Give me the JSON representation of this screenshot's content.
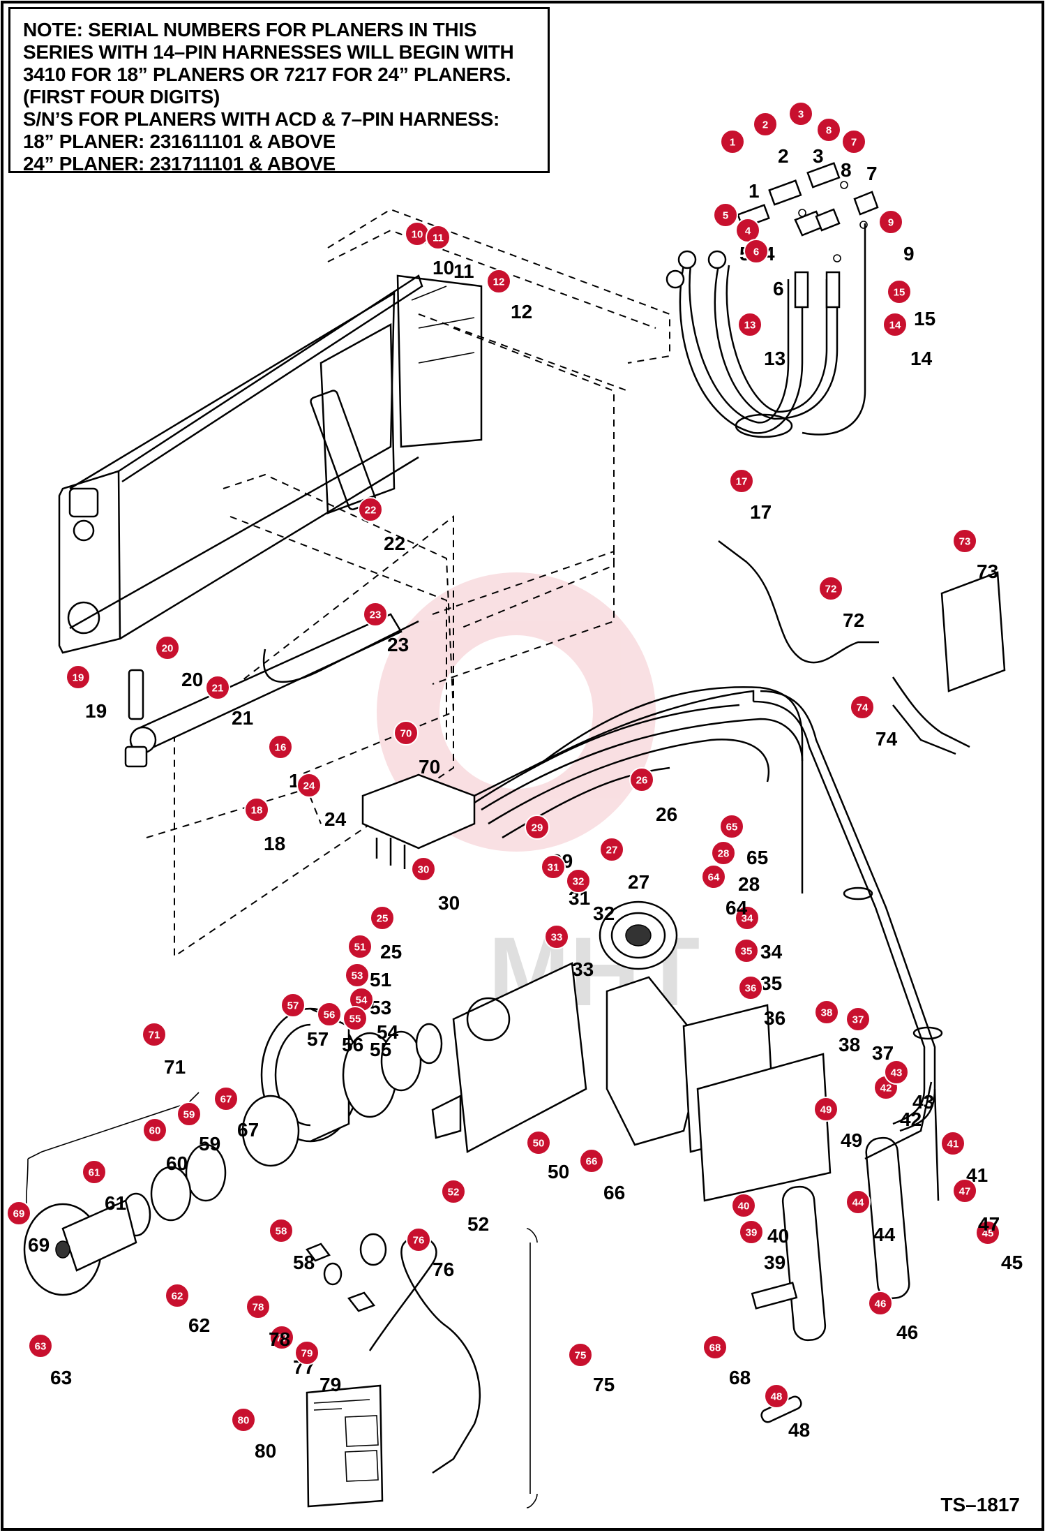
{
  "note": {
    "lines": [
      "NOTE: SERIAL NUMBERS FOR PLANERS IN THIS",
      "SERIES WITH 14–PIN HARNESSES WILL BEGIN WITH",
      "3410 FOR 18” PLANERS OR 7217 FOR 24” PLANERS.",
      "(FIRST FOUR DIGITS)",
      "S/N’S FOR PLANERS WITH ACD & 7–PIN HARNESS:",
      "18” PLANER:  231611101 & ABOVE",
      "24” PLANER:  231711101 & ABOVE"
    ]
  },
  "drawing_ref": "TS–1817",
  "watermark_text": "MHT",
  "callout_color": "#c8102e",
  "callouts": [
    "1",
    "2",
    "3",
    "4",
    "5",
    "6",
    "7",
    "8",
    "9",
    "10",
    "11",
    "12",
    "13",
    "14",
    "15",
    "16",
    "17",
    "18",
    "19",
    "20",
    "21",
    "22",
    "23",
    "24",
    "25",
    "26",
    "27",
    "28",
    "29",
    "30",
    "31",
    "32",
    "33",
    "34",
    "35",
    "36",
    "37",
    "38",
    "39",
    "40",
    "41",
    "42",
    "43",
    "44",
    "45",
    "46",
    "47",
    "48",
    "49",
    "50",
    "51",
    "52",
    "53",
    "54",
    "55",
    "56",
    "57",
    "58",
    "59",
    "60",
    "61",
    "62",
    "63",
    "64",
    "65",
    "66",
    "67",
    "68",
    "69",
    "70",
    "71",
    "72",
    "73",
    "74",
    "75",
    "76",
    "77",
    "78",
    "79",
    "80"
  ]
}
